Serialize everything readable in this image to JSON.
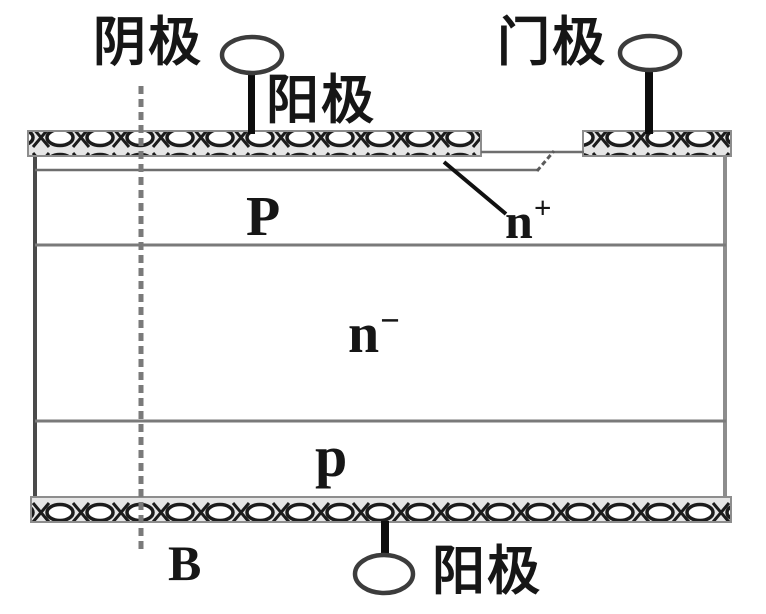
{
  "diagram": {
    "description": "Cross-section structure diagram of a thyristor-type power semiconductor device",
    "labels": {
      "cathode": "阴极",
      "anode_top": "阳极",
      "gate": "门极",
      "anode_bottom": "阳极",
      "n_plus_base": "n",
      "n_plus_sup": "+",
      "p_top": "P",
      "n_minus_base": "n",
      "n_minus_sup": "−",
      "p_bottom": "p",
      "region_b": "B"
    },
    "layers_top_to_bottom": [
      "n+ (thin, under top metallization)",
      "P",
      "n−",
      "p"
    ],
    "icons": {
      "terminal_circle": "open-ellipse terminal lug",
      "metallization": "chain-hatched metal contact bar"
    },
    "colors": {
      "ink": "#161616",
      "line_gray": "#6e6e6e",
      "edge_dark": "#4a4a4a",
      "edge_light": "#8d8d8d",
      "metal_bg": "#e6e6e6",
      "background": "#ffffff"
    }
  }
}
